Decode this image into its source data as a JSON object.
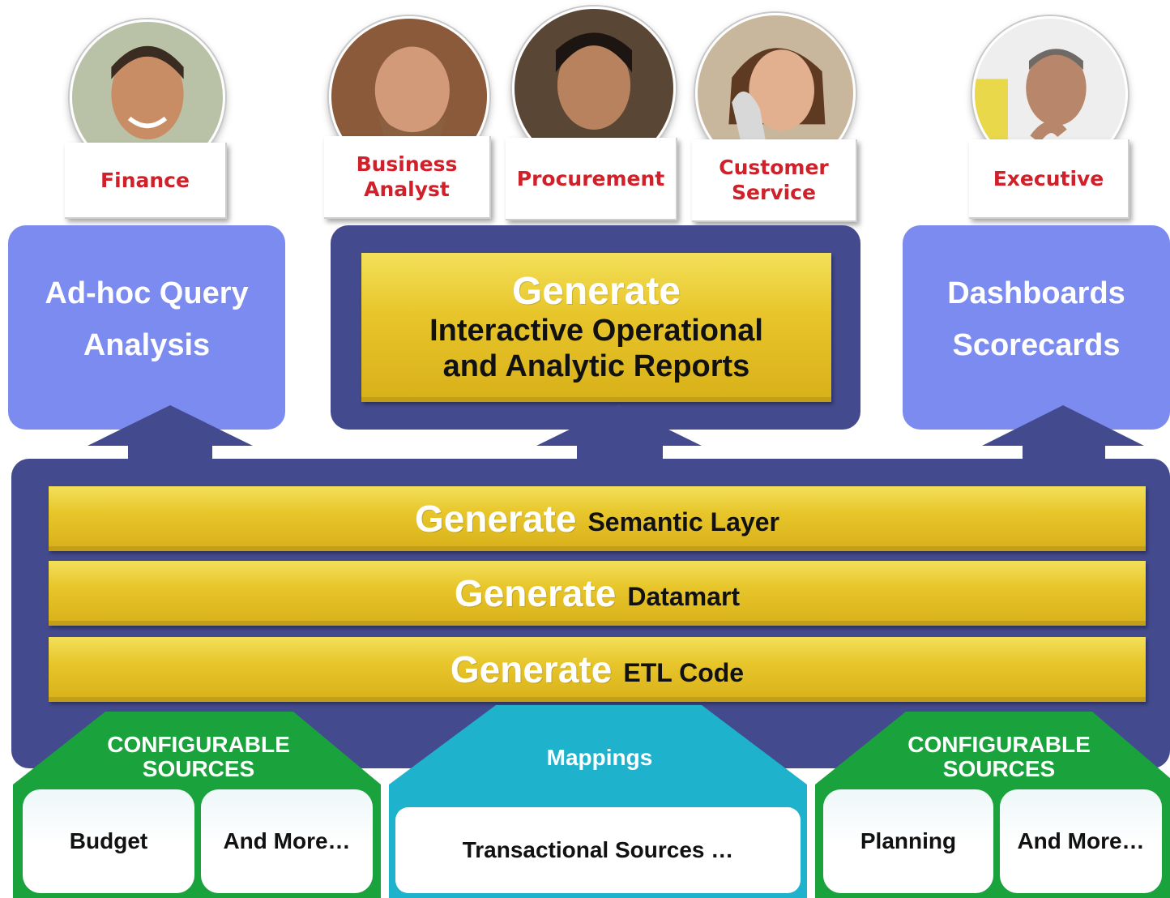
{
  "personas": [
    {
      "role": "Finance"
    },
    {
      "role": "Business Analyst"
    },
    {
      "role": "Procurement"
    },
    {
      "role": "Customer Service"
    },
    {
      "role": "Executive"
    }
  ],
  "top_boxes": {
    "adhoc": {
      "line1": "Ad-hoc Query",
      "line2": "Analysis"
    },
    "reports": {
      "generate": "Generate",
      "line1": "Interactive Operational",
      "line2": "and Analytic Reports"
    },
    "dashboards": {
      "line1": "Dashboards",
      "line2": "Scorecards"
    }
  },
  "layers": [
    {
      "generate": "Generate",
      "label": "Semantic Layer"
    },
    {
      "generate": "Generate",
      "label": "Datamart"
    },
    {
      "generate": "Generate",
      "label": "ETL Code"
    }
  ],
  "sources": {
    "left": {
      "title_line1": "CONFIGURABLE",
      "title_line2": "SOURCES",
      "items": [
        "Budget",
        "And More…"
      ]
    },
    "center": {
      "title": "Mappings",
      "items": [
        "Transactional Sources …"
      ]
    },
    "right": {
      "title_line1": "CONFIGURABLE",
      "title_line2": "SOURCES",
      "items": [
        "Planning",
        "And More…"
      ]
    }
  },
  "colors": {
    "light_blue": "#7b8bf0",
    "dark_blue": "#434a8e",
    "gold": "#e8c62b",
    "green": "#1aa33c",
    "teal": "#1fb2cc",
    "role_red": "#d0202a"
  }
}
